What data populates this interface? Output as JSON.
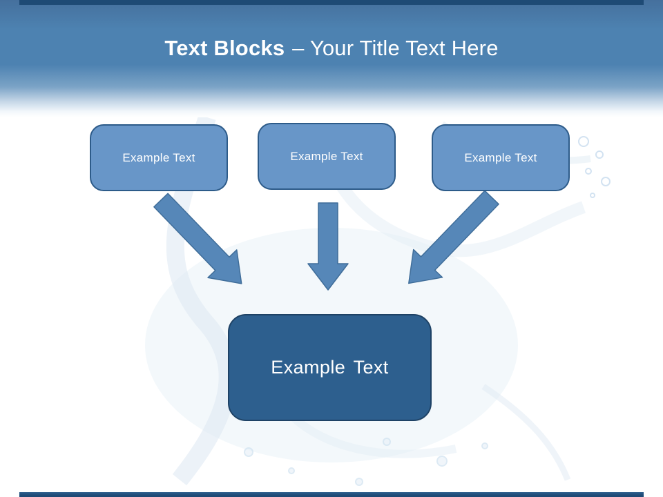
{
  "slide": {
    "title": {
      "bold": "Text Blocks",
      "rest": "– Your Title Text Here"
    },
    "top_blocks": [
      {
        "label": "Example Text"
      },
      {
        "label": "Example Text"
      },
      {
        "label": "Example Text"
      }
    ],
    "center_block": {
      "label": "Example Text"
    },
    "icons": {
      "arrow_left": "arrow-down-right",
      "arrow_middle": "arrow-down",
      "arrow_right": "arrow-down-left"
    },
    "colors": {
      "top_bar": "#1e4a75",
      "header_blue": "#4d82b1",
      "title_text": "#ffffff",
      "block_fill": "#6896c8",
      "block_border": "#2d5b89",
      "block_text": "#ffffff",
      "center_fill": "#2d5f8e",
      "center_border": "#1e4265",
      "center_text": "#ffffff",
      "arrow_fill": "#5687b8",
      "arrow_edge": "#3f6d99",
      "bottom_bar": "#1e4a75"
    }
  }
}
